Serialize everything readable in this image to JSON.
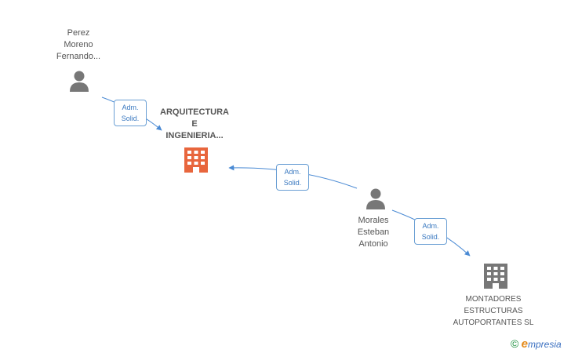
{
  "nodes": {
    "person_perez": {
      "lines": [
        "Perez",
        "Moreno",
        "Fernando..."
      ]
    },
    "company_arquitectura": {
      "lines": [
        "ARQUITECTURA",
        "E",
        "INGENIERIA..."
      ]
    },
    "person_morales": {
      "lines": [
        "Morales",
        "Esteban",
        "Antonio"
      ]
    },
    "company_montadores": {
      "lines": [
        "MONTADORES",
        "ESTRUCTURAS",
        "AUTOPORTANTES SL"
      ]
    }
  },
  "edges": [
    {
      "from": "person_perez",
      "to": "company_arquitectura",
      "label": [
        "Adm.",
        "Solid."
      ]
    },
    {
      "from": "person_morales",
      "to": "company_arquitectura",
      "label": [
        "Adm.",
        "Solid."
      ]
    },
    {
      "from": "person_morales",
      "to": "company_montadores",
      "label": [
        "Adm.",
        "Solid."
      ]
    }
  ],
  "colors": {
    "person_icon": "#777777",
    "main_company_icon": "#e8663d",
    "company_icon": "#777777",
    "edge_line": "#4a8ad4",
    "badge_border": "#6a9fd4",
    "badge_text": "#3a79c0"
  },
  "brand": {
    "copyright": "©",
    "first_letter": "e",
    "rest": "mpresia"
  }
}
